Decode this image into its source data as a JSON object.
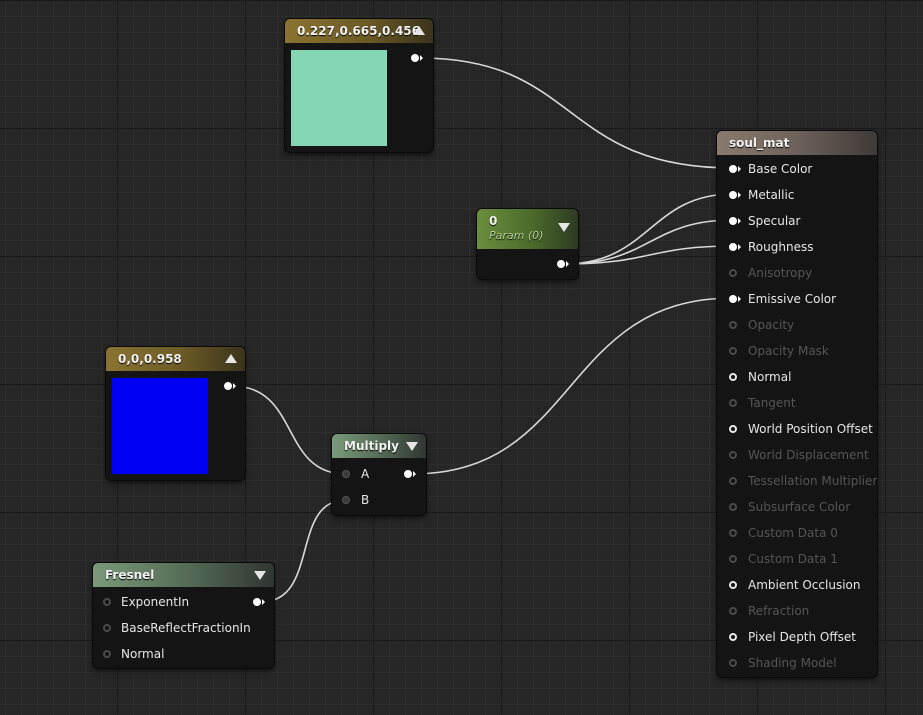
{
  "nodes": {
    "constant_green": {
      "title": "0.227,0.665,0.456",
      "color": "#85d6b4"
    },
    "param": {
      "title": "0",
      "subtitle": "Param (0)"
    },
    "constant_blue": {
      "title": "0,0,0.958",
      "color": "#0000f4"
    },
    "multiply": {
      "title": "Multiply",
      "inputs": [
        "A",
        "B"
      ]
    },
    "fresnel": {
      "title": "Fresnel",
      "inputs": [
        "ExponentIn",
        "BaseReflectFractionIn",
        "Normal"
      ]
    },
    "material": {
      "title": "soul_mat",
      "pins": [
        {
          "label": "Base Color",
          "state": "connected"
        },
        {
          "label": "Metallic",
          "state": "connected"
        },
        {
          "label": "Specular",
          "state": "connected"
        },
        {
          "label": "Roughness",
          "state": "connected"
        },
        {
          "label": "Anisotropy",
          "state": "disabled"
        },
        {
          "label": "Emissive Color",
          "state": "connected"
        },
        {
          "label": "Opacity",
          "state": "disabled"
        },
        {
          "label": "Opacity Mask",
          "state": "disabled"
        },
        {
          "label": "Normal",
          "state": "enabled"
        },
        {
          "label": "Tangent",
          "state": "disabled"
        },
        {
          "label": "World Position Offset",
          "state": "enabled"
        },
        {
          "label": "World Displacement",
          "state": "disabled"
        },
        {
          "label": "Tessellation Multiplier",
          "state": "disabled"
        },
        {
          "label": "Subsurface Color",
          "state": "disabled"
        },
        {
          "label": "Custom Data 0",
          "state": "disabled"
        },
        {
          "label": "Custom Data 1",
          "state": "disabled"
        },
        {
          "label": "Ambient Occlusion",
          "state": "enabled"
        },
        {
          "label": "Refraction",
          "state": "disabled"
        },
        {
          "label": "Pixel Depth Offset",
          "state": "enabled"
        },
        {
          "label": "Shading Model",
          "state": "disabled"
        }
      ]
    }
  },
  "colors": {
    "wire": "#d9d9d9",
    "grid_bg": "#262626"
  }
}
